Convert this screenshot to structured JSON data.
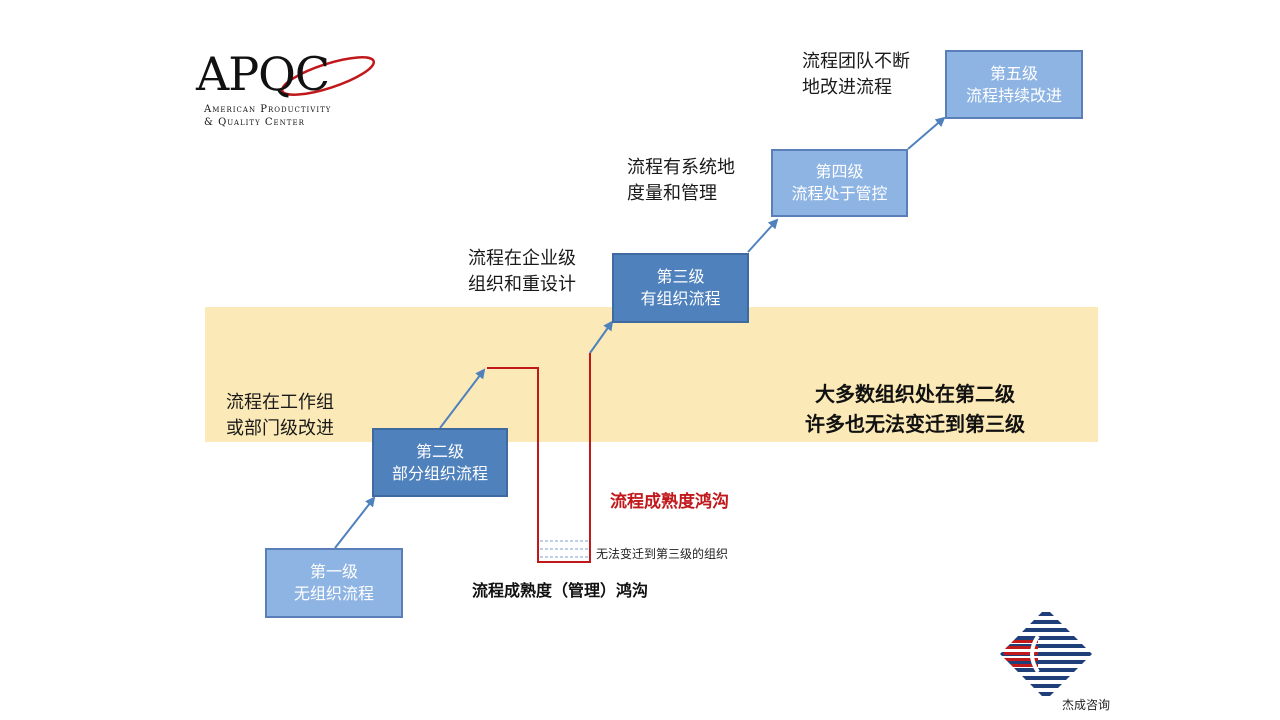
{
  "logo": {
    "wordmark": "APQC",
    "subtitle_line1": "American Productivity",
    "subtitle_line2": "& Quality Center"
  },
  "levels": [
    {
      "line1": "第一级",
      "line2": "无组织流程"
    },
    {
      "line1": "第二级",
      "line2": "部分组织流程"
    },
    {
      "line1": "第三级",
      "line2": "有组织流程"
    },
    {
      "line1": "第四级",
      "line2": "流程处于管控"
    },
    {
      "line1": "第五级",
      "line2": "流程持续改进"
    }
  ],
  "notes": [
    {
      "line1": "流程在工作组",
      "line2": "或部门级改进"
    },
    {
      "line1": "流程在企业级",
      "line2": "组织和重设计"
    },
    {
      "line1": "流程有系统地",
      "line2": "度量和管理"
    },
    {
      "line1": "流程团队不断",
      "line2": "地改进流程"
    }
  ],
  "band_message": {
    "line1": "大多数组织处在第二级",
    "line2": "许多也无法变迁到第三级"
  },
  "chasm": {
    "label": "流程成熟度鸿沟",
    "stuck_note": "无法变迁到第三级的组织",
    "caption": "流程成熟度（管理）鸿沟"
  },
  "brand": {
    "name": "杰成咨询"
  },
  "colors": {
    "band": "#fbe9b7",
    "box_light": "#8eb4e3",
    "box_dark": "#4f81bd",
    "arrow": "#4f81bd",
    "chasm": "#c0181b",
    "logo_red": "#c0181b",
    "logo_navy": "#1f3f7a"
  }
}
